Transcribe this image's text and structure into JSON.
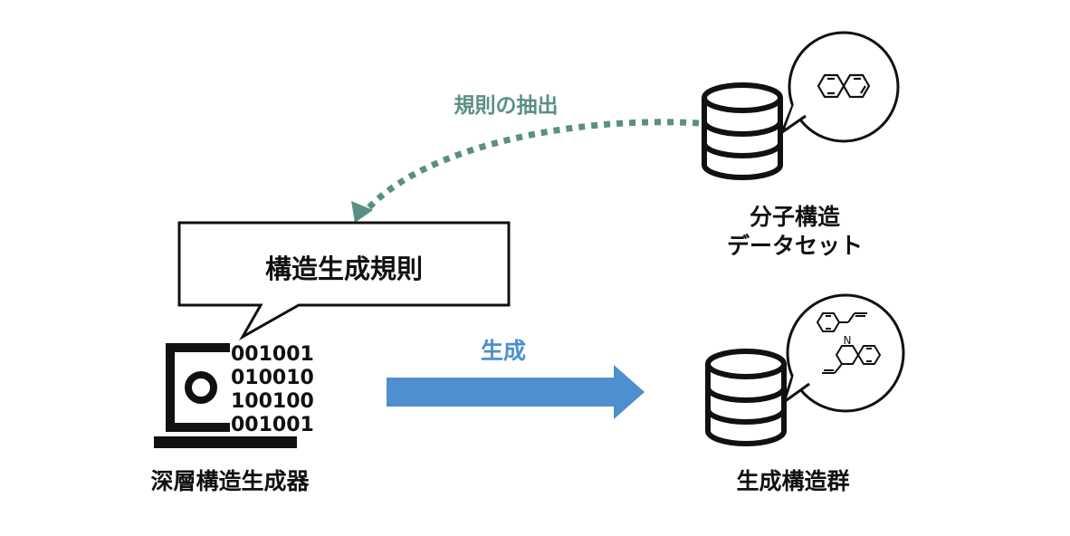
{
  "labels": {
    "extract_rules": "規則の抽出",
    "generate": "生成",
    "rule_box": "構造生成規則",
    "generator": "深層構造生成器",
    "dataset_line1": "分子構造",
    "dataset_line2": "データセット",
    "generated_set": "生成構造群"
  },
  "binary_rows": [
    "001001",
    "010010",
    "100100",
    "001001"
  ],
  "colors": {
    "teal": "#5b8f85",
    "blue": "#4d8fcf",
    "ink": "#111111"
  },
  "icons": {
    "dataset": "database-icon",
    "generated": "database-icon",
    "generator": "computer-icon",
    "molecule_dataset": "naphthalene-molecule-icon",
    "molecule_generated": "generated-molecules-icon"
  }
}
